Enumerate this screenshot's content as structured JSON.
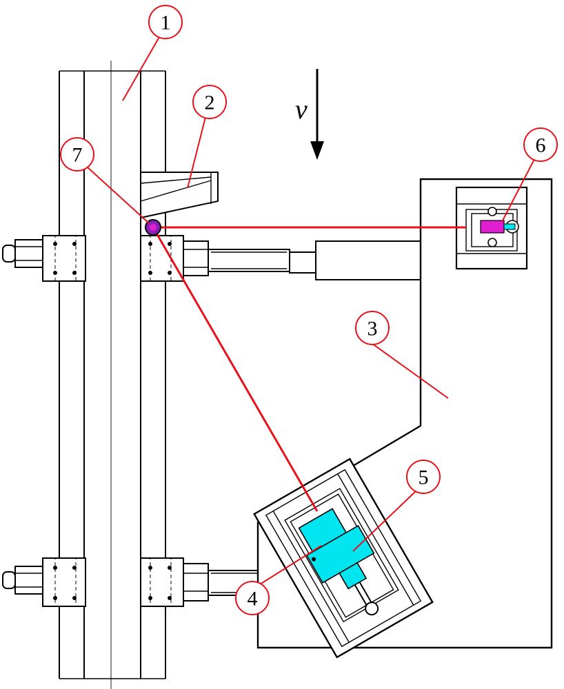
{
  "velocity": {
    "label": "v"
  },
  "callouts": [
    {
      "id": "1",
      "label": "1"
    },
    {
      "id": "2",
      "label": "2"
    },
    {
      "id": "3",
      "label": "3"
    },
    {
      "id": "4",
      "label": "4"
    },
    {
      "id": "5",
      "label": "5"
    },
    {
      "id": "6",
      "label": "6"
    },
    {
      "id": "7",
      "label": "7"
    }
  ],
  "colors": {
    "leader": "#e8101a",
    "laser_beam": "#e8101a",
    "device_cyan": "#00e5f0",
    "sensor_magenta": "#e020d0",
    "target_purple": "#8a1fb8",
    "outline": "#000000"
  }
}
